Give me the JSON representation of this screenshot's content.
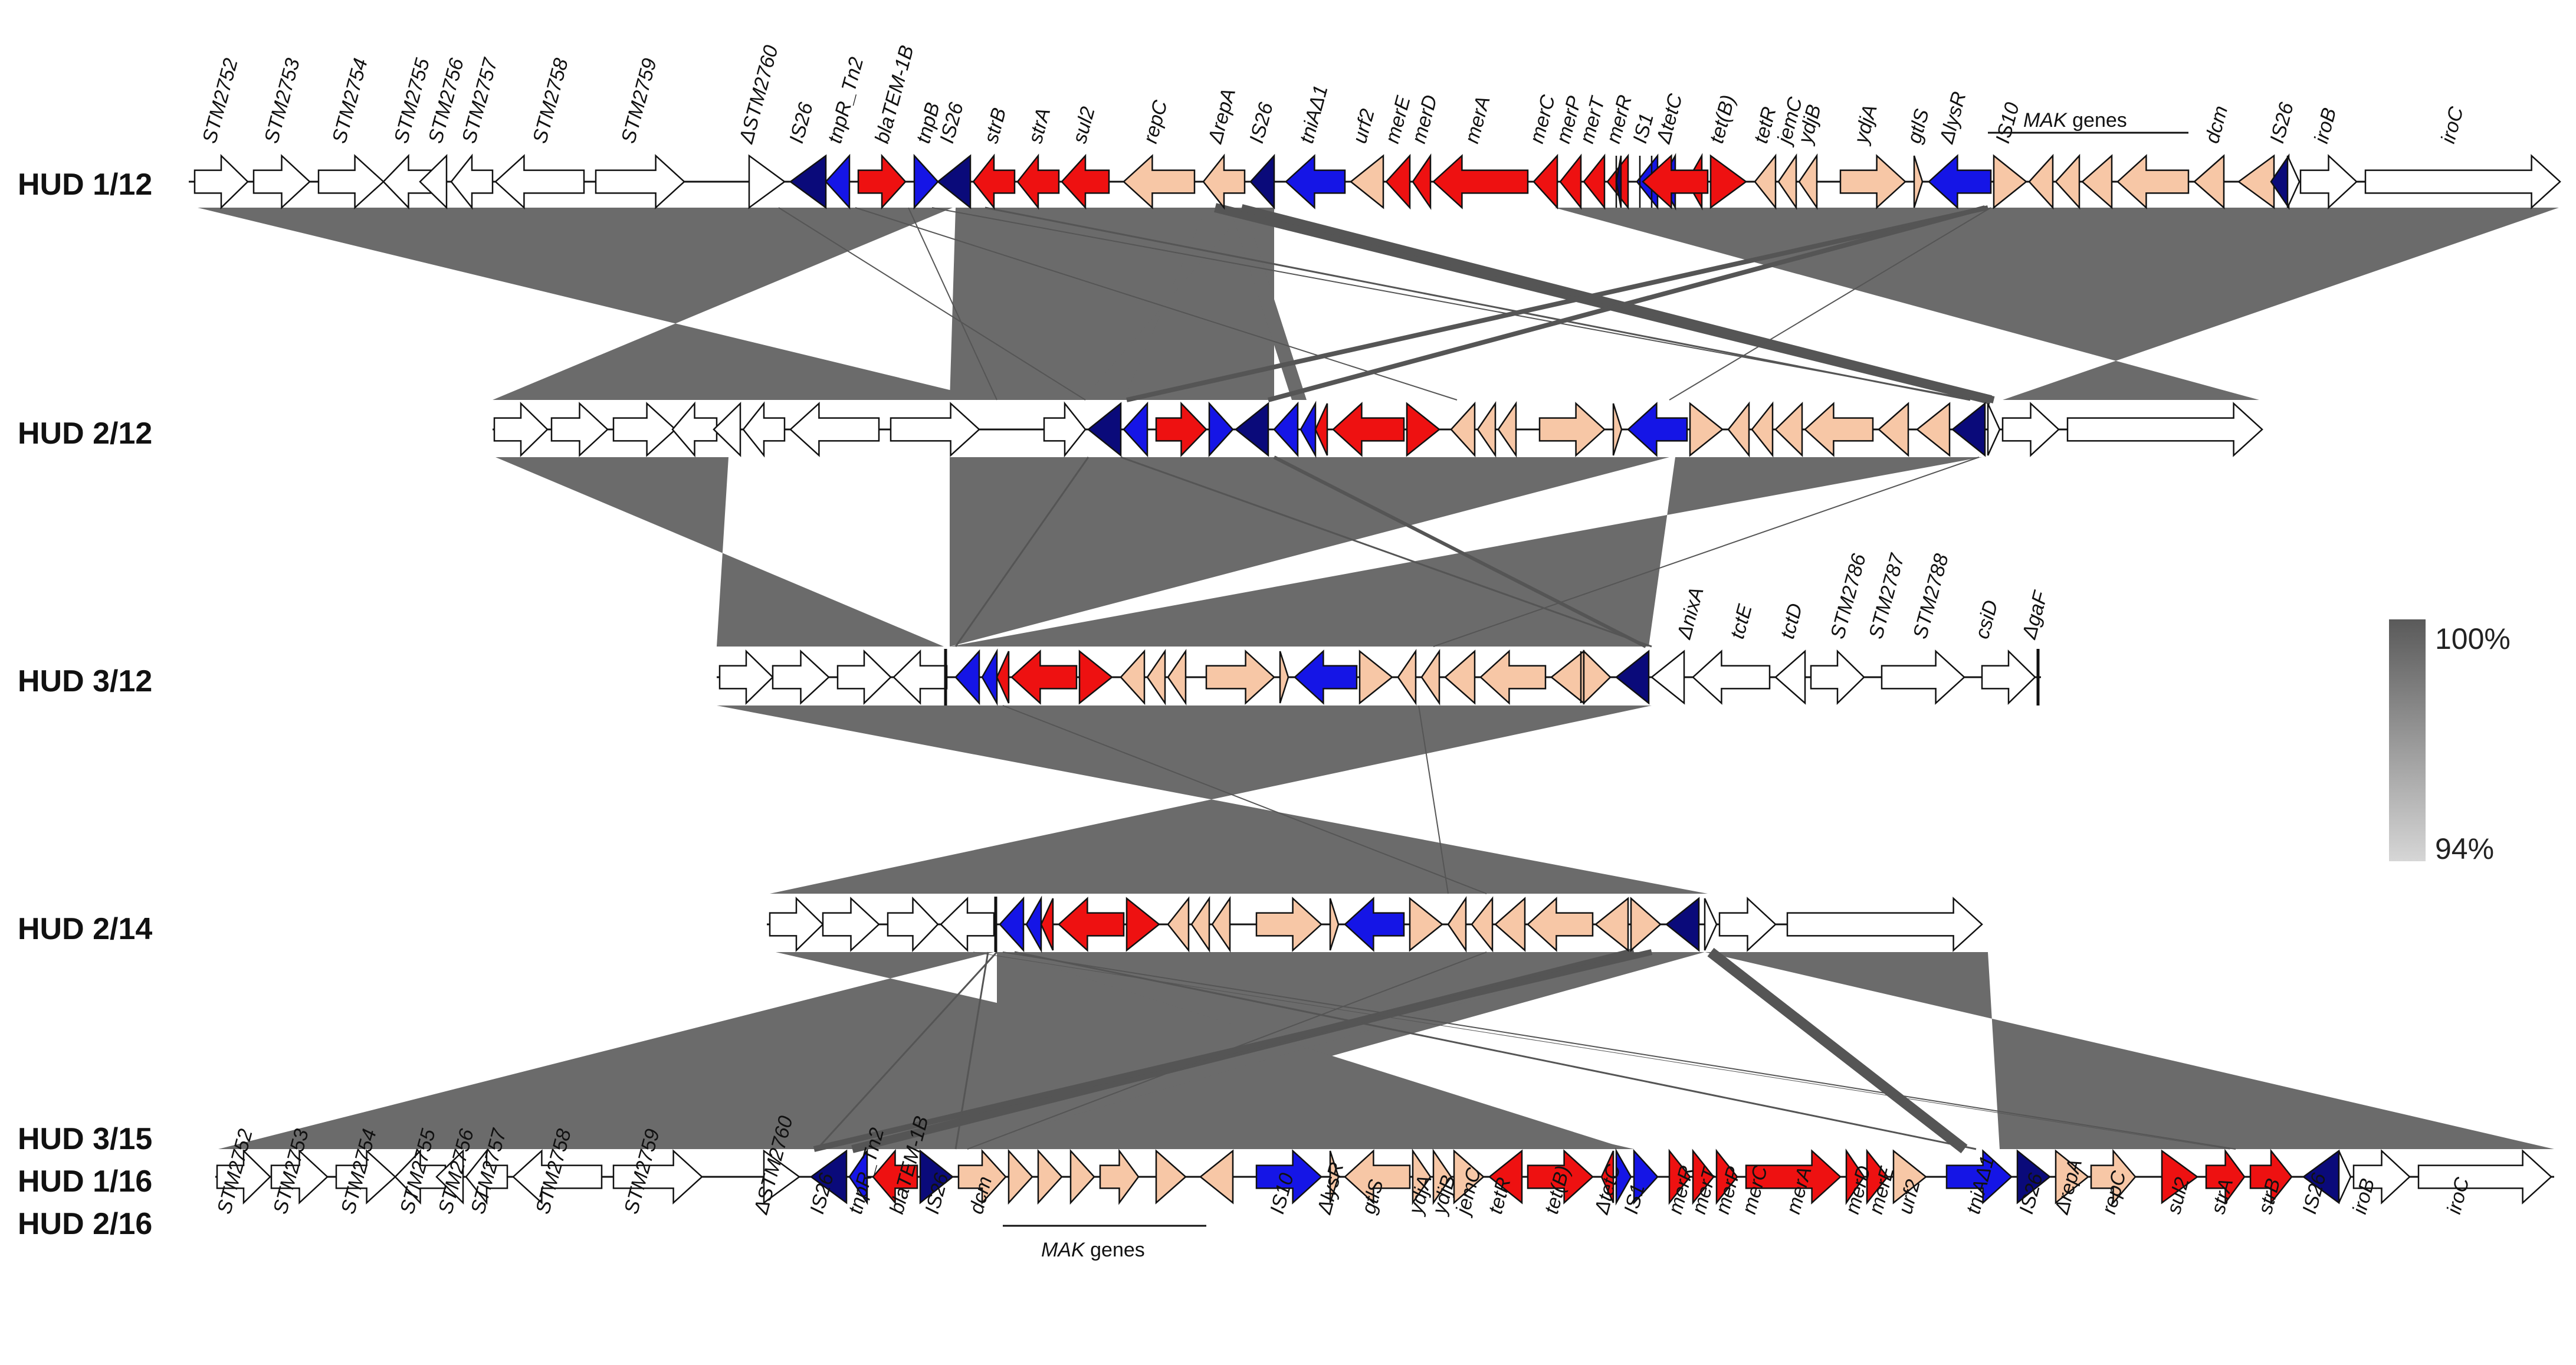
{
  "tracks": [
    {
      "label": "HUD 1/12"
    },
    {
      "label": "HUD 2/12"
    },
    {
      "label": "HUD 3/12"
    },
    {
      "label": "HUD 2/14"
    },
    {
      "label": "HUD 3/15"
    },
    {
      "label": "HUD 1/16"
    },
    {
      "label": "HUD 2/16"
    }
  ],
  "top_gene_labels": [
    "STM2752",
    "STM2753",
    "STM2754",
    "STM2755",
    "STM2756",
    "STM2757",
    "STM2758",
    "STM2759",
    "ΔSTM2760",
    "IS26",
    "tnpR_Tn2",
    "blaTEM-1B",
    "tnpB",
    "IS26",
    "strB",
    "strA",
    "sul2",
    "repC",
    "ΔrepA",
    "IS26",
    "tniAΔ1",
    "urf2",
    "merE",
    "merD",
    "merA",
    "merC",
    "merP",
    "merT",
    "merR",
    "IS1",
    "ΔtetC",
    "tet(B)",
    "tetR",
    "jemC",
    "ydjB",
    "ydjA",
    "gtlS",
    "ΔlysR",
    "IS10",
    "dcm",
    "IS26",
    "iroB",
    "iroC"
  ],
  "top_group_label": {
    "italic": "MAK",
    "normal": " genes"
  },
  "track3_gene_labels": [
    "ΔnixA",
    "tctE",
    "tctD",
    "STM2786",
    "STM2787",
    "STM2788",
    "csiD",
    "ΔgaF"
  ],
  "bottom_gene_labels": [
    "STM2752",
    "STM2753",
    "STM2754",
    "STM2755",
    "STM2756",
    "STM2757",
    "STM2758",
    "STM2759",
    "ΔSTM2760",
    "IS26",
    "tnpR_Tn2",
    "blaTEM-1B",
    "IS26",
    "dcm",
    "IS10",
    "ΔlysR",
    "gtlS",
    "ydjA",
    "ydjB",
    "jemC",
    "tetR",
    "tet(B)",
    "ΔtetC",
    "IS1",
    "merR",
    "merT",
    "merP",
    "merC",
    "merA",
    "merD",
    "merE",
    "urf2",
    "tniAΔ1",
    "IS26",
    "ΔrepA",
    "repC",
    "sul2",
    "strA",
    "strB",
    "IS26",
    "iroB",
    "iroC"
  ],
  "bottom_group_label": {
    "italic": "MAK",
    "normal": " genes"
  },
  "scale": {
    "max_label": "100%",
    "min_label": "94%"
  },
  "colors": {
    "backbone": "#ffffff",
    "is_element": "#0a0a7a",
    "mobile": "#1515e6",
    "resistance": "#ee1111",
    "other": "#f7c7a6",
    "homology": "#6b6b6b"
  }
}
